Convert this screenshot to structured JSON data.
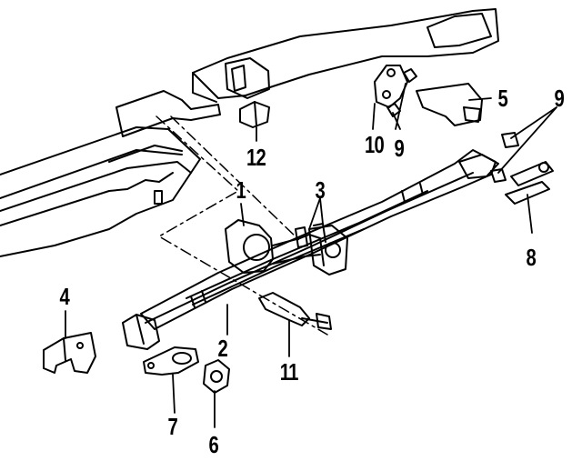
{
  "diagram": {
    "callouts": {
      "c1": "1",
      "c2": "2",
      "c3": "3",
      "c4": "4",
      "c5": "5",
      "c6": "6",
      "c7": "7",
      "c8": "8",
      "c9a": "9",
      "c9b": "9",
      "c10": "10",
      "c11": "11",
      "c12": "12"
    }
  }
}
